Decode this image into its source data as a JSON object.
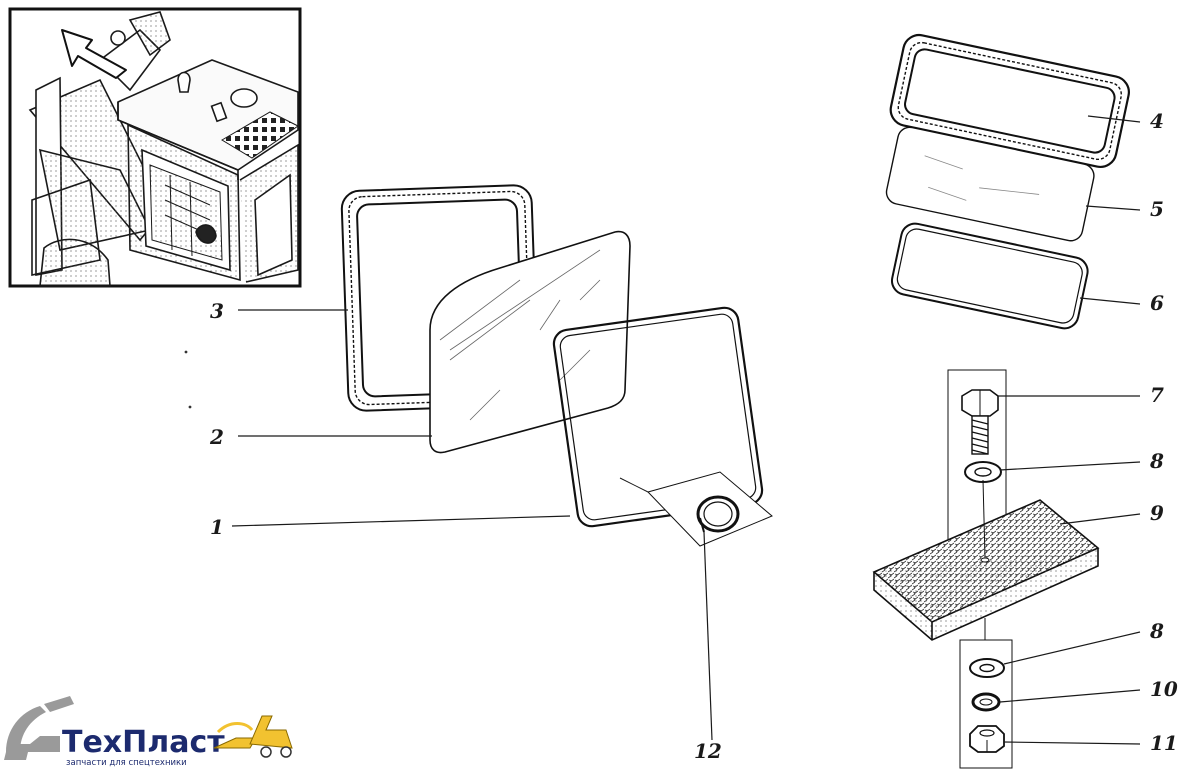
{
  "callouts": {
    "c1": "1",
    "c2": "2",
    "c3": "3",
    "c4": "4",
    "c5": "5",
    "c6": "6",
    "c7": "7",
    "c8a": "8",
    "c8b": "8",
    "c9": "9",
    "c10": "10",
    "c11": "11",
    "c12": "12"
  },
  "logo": {
    "brand": "ТехПласт",
    "tagline": "запчасти для спецтехники",
    "colors": {
      "brand_blue": "#1c2a6e",
      "accent_yellow": "#f2c230",
      "machine_gray": "#9a9a9a"
    }
  }
}
